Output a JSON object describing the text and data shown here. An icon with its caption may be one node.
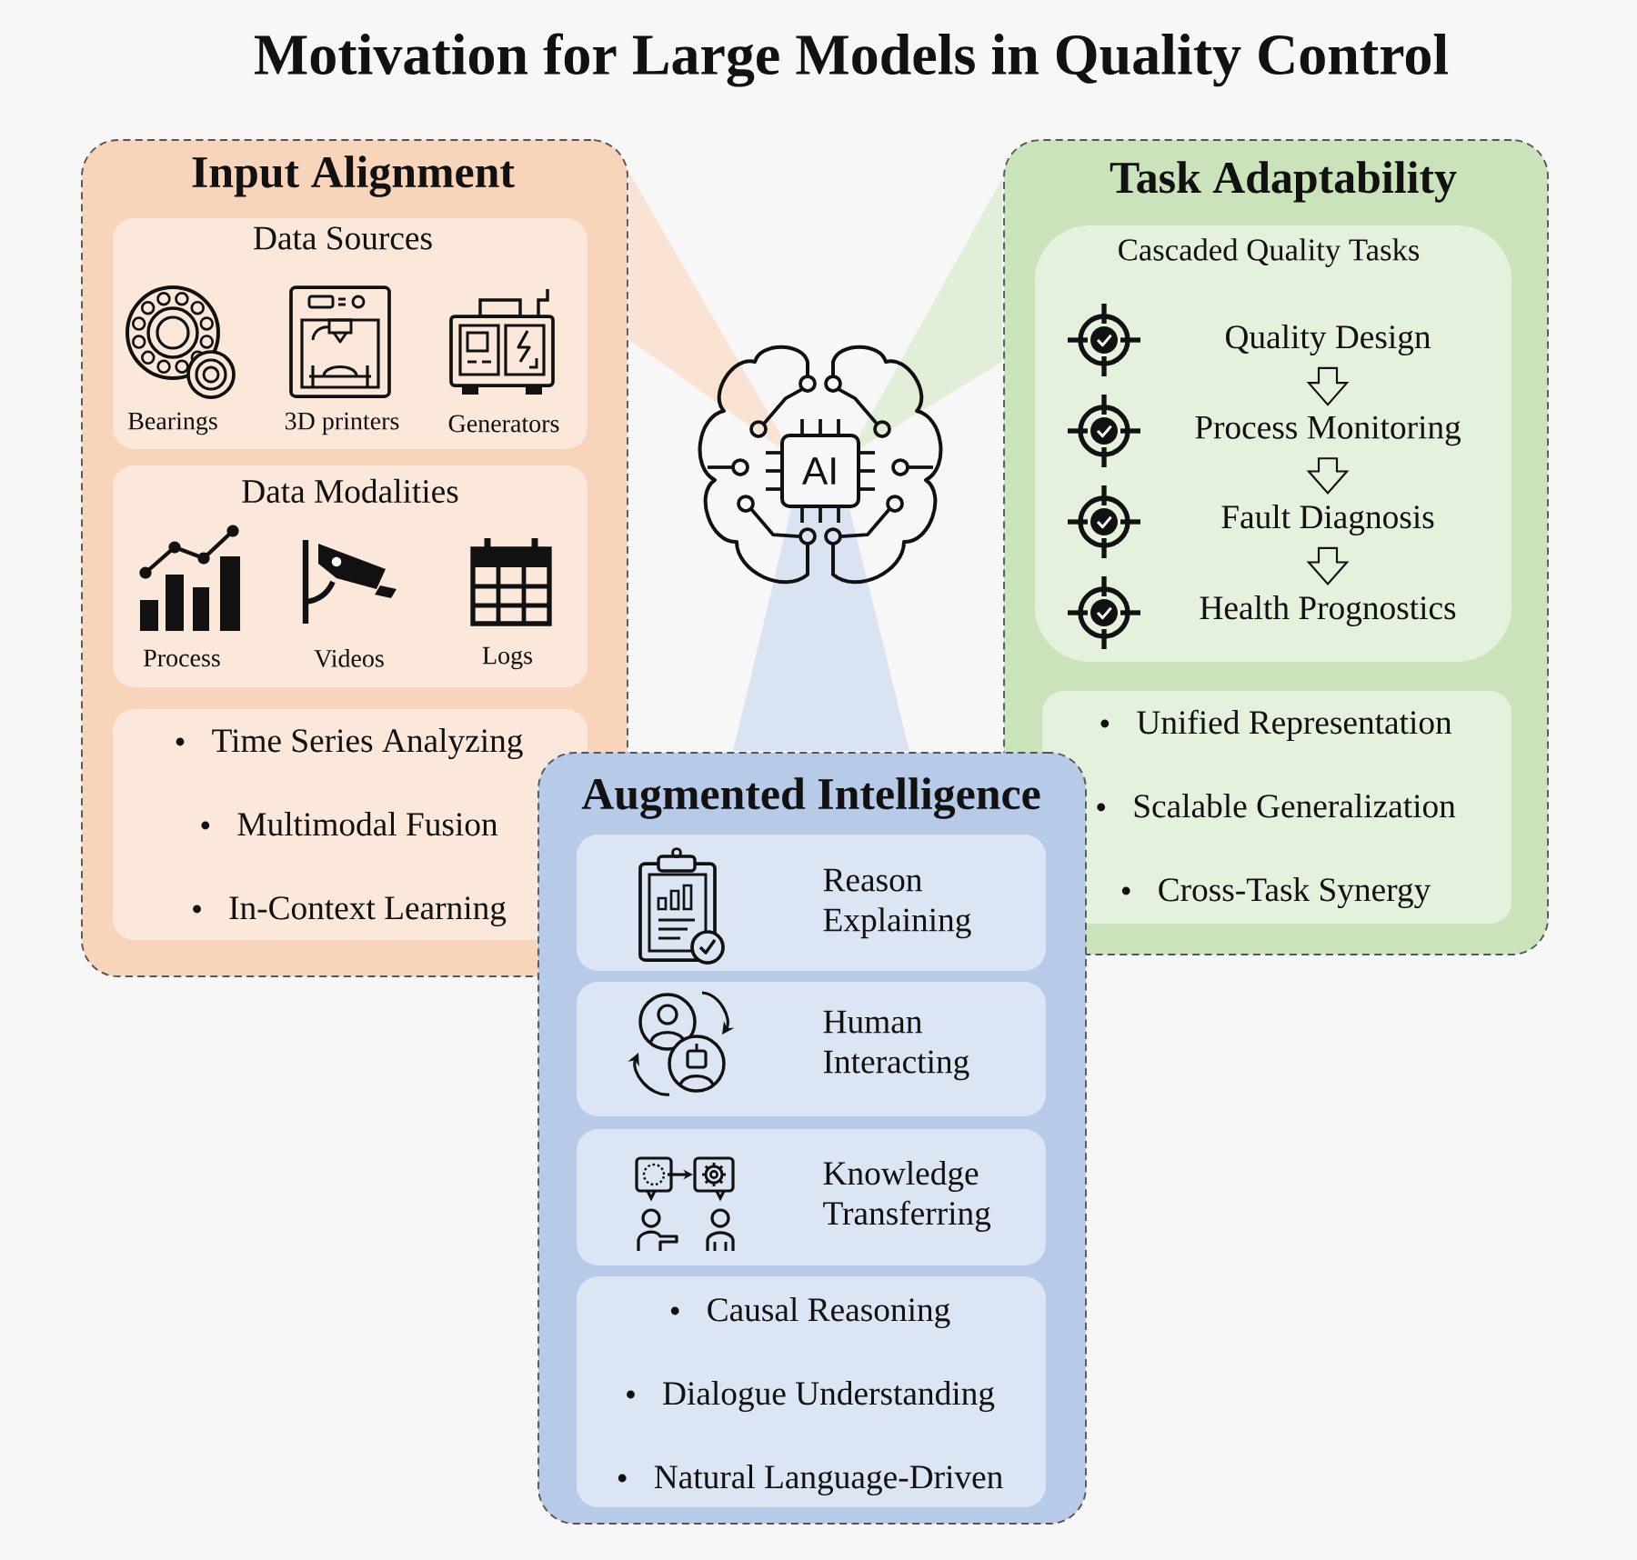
{
  "diagram": {
    "title": "Motivation for Large Models in Quality Control",
    "nodes": [
      {
        "text": [
          "Input Alignment"
        ]
      },
      {
        "text": [
          "Data Sources",
          "Bearings",
          "3D printers",
          "Generators"
        ],
        "in": 0
      },
      {
        "text": [
          "Data Modalities",
          "Process",
          "Videos",
          "Logs"
        ],
        "in": 0
      },
      {
        "text": [
          "Time Series Analyzing",
          "Multimodal Fusion",
          "In-Context Learning"
        ],
        "in": 0
      },
      {
        "text": [
          "AI"
        ]
      },
      {
        "text": [
          "Task Adaptability"
        ]
      },
      {
        "text": [
          "Cascaded Quality Tasks"
        ],
        "in": 5
      },
      {
        "text": [
          "Quality Design"
        ],
        "in": 6
      },
      {
        "text": [
          "Process Monitoring"
        ],
        "in": 6
      },
      {
        "text": [
          "Fault Diagnosis"
        ],
        "in": 6
      },
      {
        "text": [
          "Health Prognostics"
        ],
        "in": 6
      },
      {
        "text": [
          "Unified Representation",
          "Scalable Generalization",
          "Cross-Task Synergy"
        ],
        "in": 5
      },
      {
        "text": [
          "Augmented Intelligence"
        ]
      },
      {
        "text": [
          "Reason Explaining"
        ],
        "in": 12
      },
      {
        "text": [
          "Human Interacting"
        ],
        "in": 12
      },
      {
        "text": [
          "Knowledge Transferring"
        ],
        "in": 12
      },
      {
        "text": [
          "Causal Reasoning",
          "Dialogue Understanding",
          "Natural Language-Driven"
        ],
        "in": 12
      }
    ],
    "edges": [
      {
        "from": 4,
        "to": 0,
        "arrow": "none",
        "color": "#fae3d3"
      },
      {
        "from": 4,
        "to": 5,
        "arrow": "none",
        "color": "#e1efd9"
      },
      {
        "from": 4,
        "to": 12,
        "arrow": "none",
        "color": "#dae3f1"
      },
      {
        "from": 7,
        "to": 8,
        "arrow": "to"
      },
      {
        "from": 8,
        "to": 9,
        "arrow": "to"
      },
      {
        "from": 9,
        "to": 10,
        "arrow": "to"
      }
    ]
  }
}
